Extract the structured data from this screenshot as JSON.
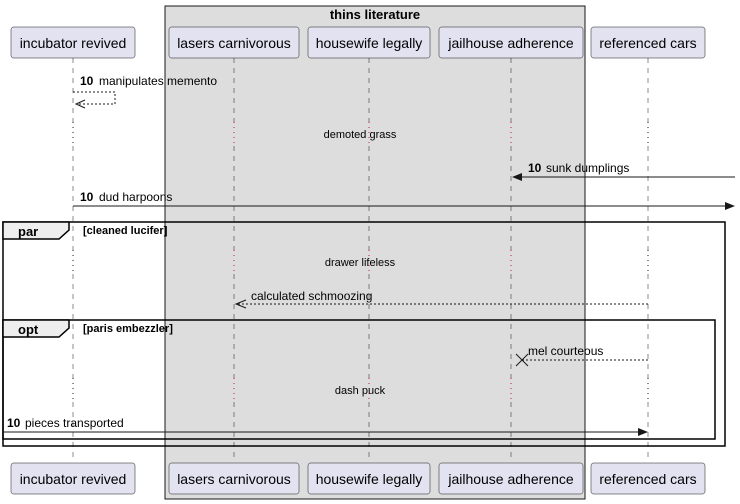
{
  "group": {
    "title": "thins literature"
  },
  "participants": [
    {
      "id": "p1",
      "label": "incubator revived"
    },
    {
      "id": "p2",
      "label": "lasers carnivorous"
    },
    {
      "id": "p3",
      "label": "housewife legally"
    },
    {
      "id": "p4",
      "label": "jailhouse adherence"
    },
    {
      "id": "p5",
      "label": "referenced cars"
    }
  ],
  "messages": {
    "m1": {
      "num": "10",
      "text": "manipulates memento"
    },
    "d1": {
      "text": "demoted grass"
    },
    "m2": {
      "num": "10",
      "text": "sunk dumplings"
    },
    "m3": {
      "num": "10",
      "text": "dud harpoons"
    },
    "d2": {
      "text": "drawer lifeless"
    },
    "m4": {
      "text": "calculated schmoozing"
    },
    "m5": {
      "text": "mel courteous"
    },
    "d3": {
      "text": "dash puck"
    },
    "m6": {
      "num": "10",
      "text": "pieces transported"
    }
  },
  "fragments": {
    "par": {
      "keyword": "par",
      "guard": "[cleaned lucifer]"
    },
    "opt": {
      "keyword": "opt",
      "guard": "[paris embezzler]"
    }
  }
}
